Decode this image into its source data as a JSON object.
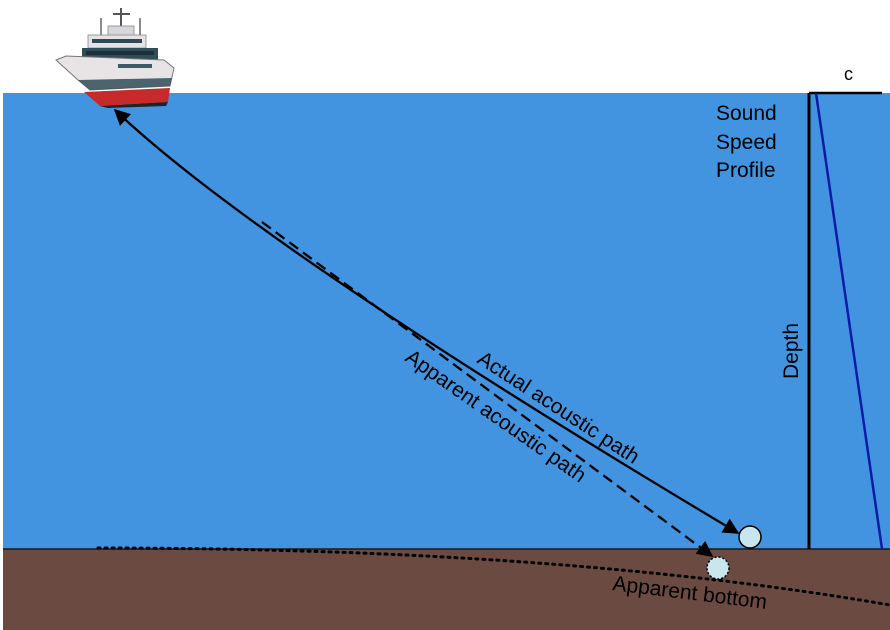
{
  "labels": {
    "c_axis": "c",
    "profile_line1": "Sound",
    "profile_line2": "Speed",
    "profile_line3": "Profile",
    "depth_axis": "Depth",
    "actual_path": "Actual acoustic path",
    "apparent_path": "Apparent acoustic path",
    "apparent_bottom": "Apparent bottom"
  },
  "colors": {
    "water": "#4294e0",
    "seabed": "#6b4a42",
    "profile_line": "#0a1aa8",
    "sky": "#ffffff",
    "ship_hull": "#e8e4e6",
    "ship_bottom": "#c62a2a",
    "marker_fill": "#c8e6ee"
  },
  "icons": {
    "ship": "survey-ship-icon",
    "true_point": "circle-marker",
    "apparent_point": "dashed-circle-marker"
  }
}
